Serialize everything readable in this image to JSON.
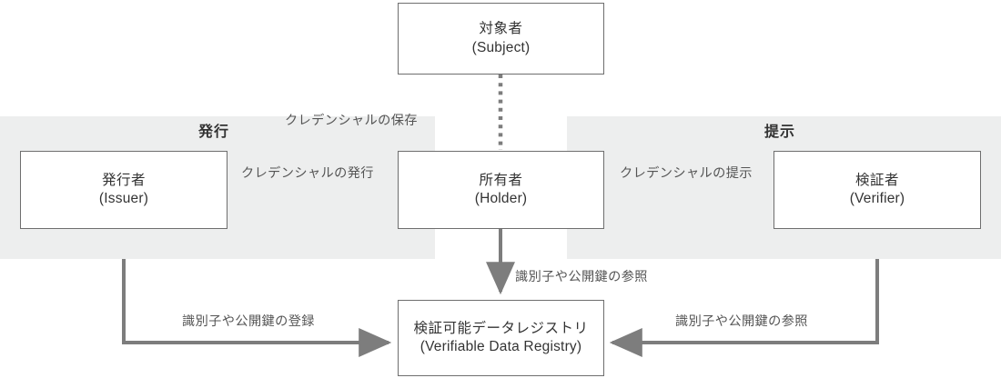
{
  "diagram": {
    "title": "Verifiable Credentials ecosystem",
    "colors": {
      "band_gray": "#edeeee",
      "box_border": "#6e6e6e",
      "box_fill": "#ffffff",
      "arrow_gray": "#7d7d7d",
      "text_dark": "#333333",
      "text_mid": "#545454",
      "page_background": "#ffffff"
    },
    "bands": [
      {
        "name": "issuance-band",
        "label": "発行"
      },
      {
        "name": "presentation-band",
        "label": "提示"
      }
    ],
    "nodes": [
      {
        "id": "subject",
        "jp": "対象者",
        "en": "(Subject)"
      },
      {
        "id": "issuer",
        "jp": "発行者",
        "en": "(Issuer)"
      },
      {
        "id": "holder",
        "jp": "所有者",
        "en": "(Holder)"
      },
      {
        "id": "verifier",
        "jp": "検証者",
        "en": "(Verifier)"
      },
      {
        "id": "registry",
        "jp": "検証可能データレジストリ",
        "en": "(Verifiable Data Registry)"
      }
    ],
    "edges": [
      {
        "id": "issuer-to-holder",
        "label": "クレデンシャルの発行",
        "style": "solid-arrow"
      },
      {
        "id": "holder-self-loop",
        "label": "クレデンシャルの保存",
        "style": "loop-arrow"
      },
      {
        "id": "holder-to-verifier",
        "label": "クレデンシャルの提示",
        "style": "solid-arrow"
      },
      {
        "id": "subject-to-holder",
        "label": "",
        "style": "dotted"
      },
      {
        "id": "holder-to-registry",
        "label": "識別子や公開鍵の参照",
        "style": "solid-arrow"
      },
      {
        "id": "issuer-to-registry",
        "label": "識別子や公開鍵の登録",
        "style": "solid-arrow"
      },
      {
        "id": "verifier-to-registry",
        "label": "識別子や公開鍵の参照",
        "style": "solid-arrow"
      }
    ]
  }
}
